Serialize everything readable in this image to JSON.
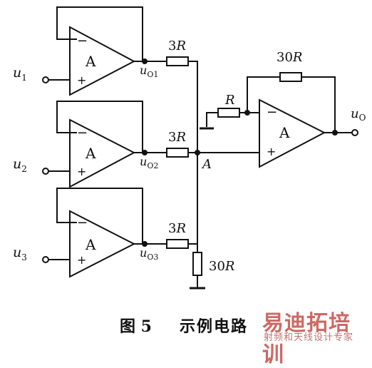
{
  "diagram": {
    "opamp_symbol": "A",
    "minus_sign": "−",
    "plus_sign": "+",
    "inputs": [
      "u",
      "u",
      "u"
    ],
    "input_subs": [
      "1",
      "2",
      "3"
    ],
    "stage_out_main": [
      "u",
      "u",
      "u"
    ],
    "stage_out_subs": [
      "O1",
      "O2",
      "O3"
    ],
    "series_resistor": {
      "value": "3",
      "unit": "R"
    },
    "feedback_resistor": {
      "value": "30",
      "unit": "R"
    },
    "input_resistor": "R",
    "shunt_resistor": {
      "value": "30",
      "unit": "R"
    },
    "node_label": "A",
    "output_main": "u",
    "output_sub": "O"
  },
  "caption": {
    "figure": "图 5",
    "text": "示例电路"
  },
  "watermark": {
    "main": "易迪拓培训",
    "sub": "射频和天线设计专家"
  },
  "colors": {
    "ink": "#111111",
    "watermark": "#c4504a"
  }
}
